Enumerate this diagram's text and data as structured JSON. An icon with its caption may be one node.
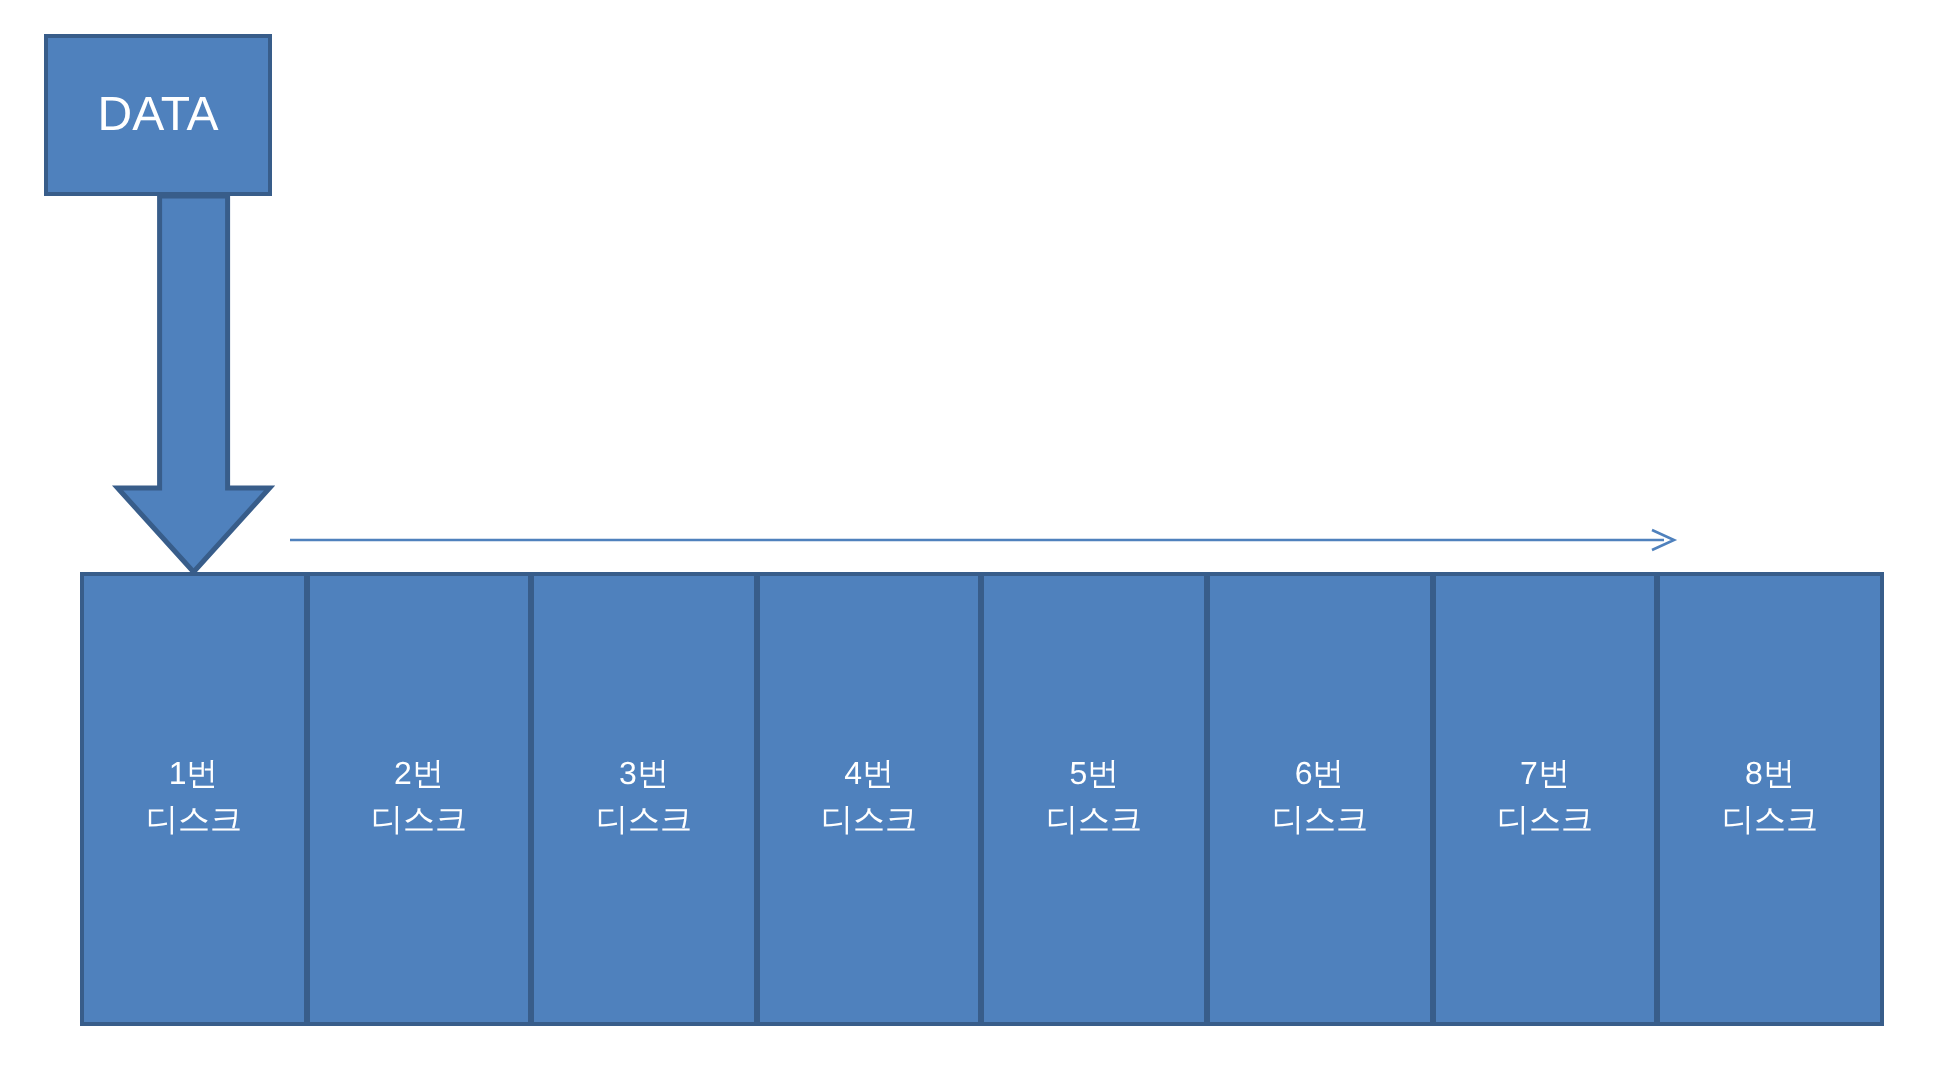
{
  "diagram": {
    "nodes": [
      {
        "text": [
          "DATA"
        ]
      },
      {
        "text": [
          "1번 디스크"
        ]
      },
      {
        "text": [
          "2번 디스크"
        ]
      },
      {
        "text": [
          "3번 디스크"
        ]
      },
      {
        "text": [
          "4번 디스크"
        ]
      },
      {
        "text": [
          "5번 디스크"
        ]
      },
      {
        "text": [
          "6번 디스크"
        ]
      },
      {
        "text": [
          "7번 디스크"
        ]
      },
      {
        "text": [
          "8번 디스크"
        ]
      }
    ],
    "edges": [
      {
        "from": 0,
        "to": 1,
        "arrow": "to",
        "style": "thick"
      }
    ]
  }
}
